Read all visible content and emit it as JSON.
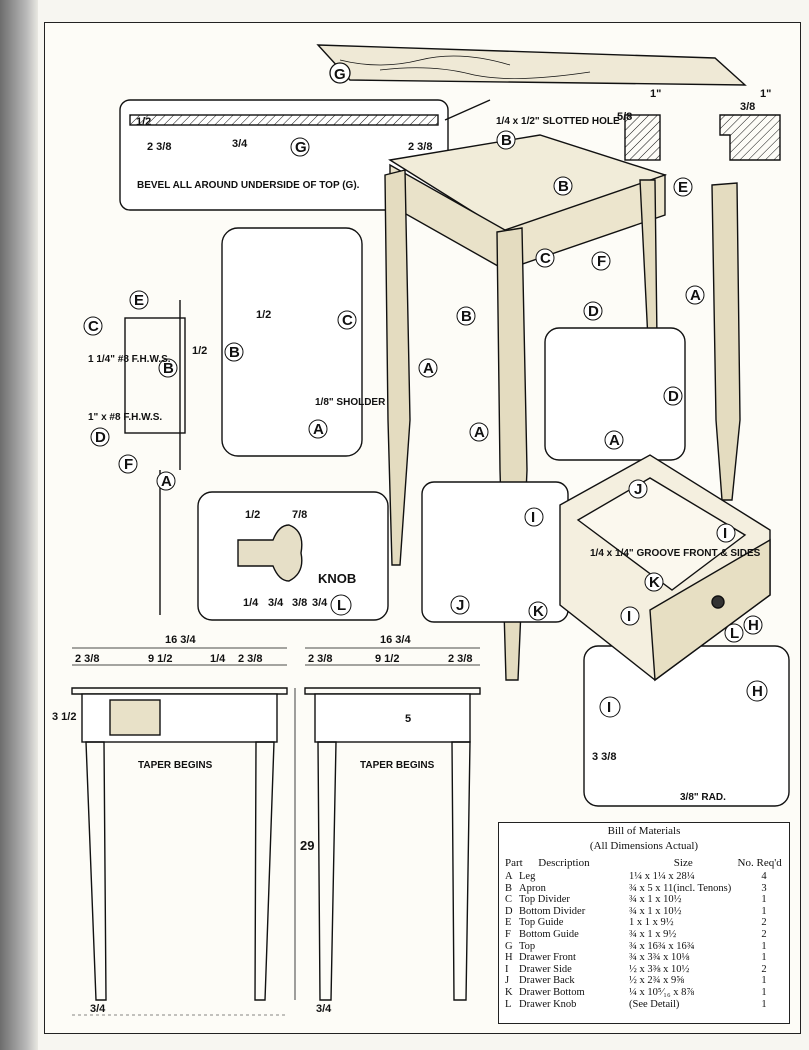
{
  "title_top": "G",
  "callouts": {
    "bevel_note": "BEVEL ALL AROUND UNDERSIDE OF TOP (G).",
    "slotted_hole": "1/4 x 1/2\" SLOTTED HOLE",
    "screw_1": "1 1/4\" #8 F.H.W.S.",
    "screw_2": "1\" x #8 F.H.W.S.",
    "shoulder": "1/8\" SHOLDER",
    "knob": "KNOB",
    "groove": "1/4 x 1/4\" GROOVE FRONT & SIDES",
    "taper": "TAPER BEGINS",
    "rad": "3/8\" RAD."
  },
  "dimensions": {
    "overall_width": "16 3/4",
    "side_margin": "2 3/8",
    "center_span": "9 1/2",
    "quarter": "1/4",
    "height": "29",
    "drawer_height": "3 1/2",
    "apron_height": "5",
    "leg_bottom": "3/4",
    "half": "1/2",
    "bevel_d1": "1/2",
    "bevel_d2": "2 3/8",
    "bevel_d3": "3/4",
    "knob_dims": [
      "1/2",
      "7/8",
      "1/4",
      "3/4",
      "3/8",
      "3/4"
    ],
    "drawer_side": "3 3/8",
    "corner_1": "1\"",
    "corner_eighth": "5/8",
    "corner_3_8": "3/8"
  },
  "part_labels": [
    "A",
    "B",
    "C",
    "D",
    "E",
    "F",
    "G",
    "H",
    "I",
    "J",
    "K",
    "L"
  ],
  "bom": {
    "title": "Bill of Materials",
    "subtitle": "(All Dimensions Actual)",
    "headers": [
      "Part",
      "Description",
      "Size",
      "No. Req'd"
    ],
    "rows": [
      [
        "A",
        "Leg",
        "1¼ x 1¼ x 28¼",
        "4"
      ],
      [
        "B",
        "Apron",
        "¾ x 5 x 11(incl. Tenons)",
        "3"
      ],
      [
        "C",
        "Top Divider",
        "¾ x 1 x 10½",
        "1"
      ],
      [
        "D",
        "Bottom Divider",
        "¾ x 1 x 10½",
        "1"
      ],
      [
        "E",
        "Top Guide",
        "1 x 1 x 9½",
        "2"
      ],
      [
        "F",
        "Bottom Guide",
        "¾ x 1 x 9½",
        "2"
      ],
      [
        "G",
        "Top",
        "¾ x 16¾ x 16¾",
        "1"
      ],
      [
        "H",
        "Drawer Front",
        "¾ x 3¾ x 10⅛",
        "1"
      ],
      [
        "I",
        "Drawer Side",
        "½ x 3⅜ x 10½",
        "2"
      ],
      [
        "J",
        "Drawer Back",
        "½ x 2¾ x 9⅝",
        "1"
      ],
      [
        "K",
        "Drawer Bottom",
        "¼ x 10⁵⁄₁₆ x 8⅞",
        "1"
      ],
      [
        "L",
        "Drawer Knob",
        "(See Detail)",
        "1"
      ]
    ]
  }
}
